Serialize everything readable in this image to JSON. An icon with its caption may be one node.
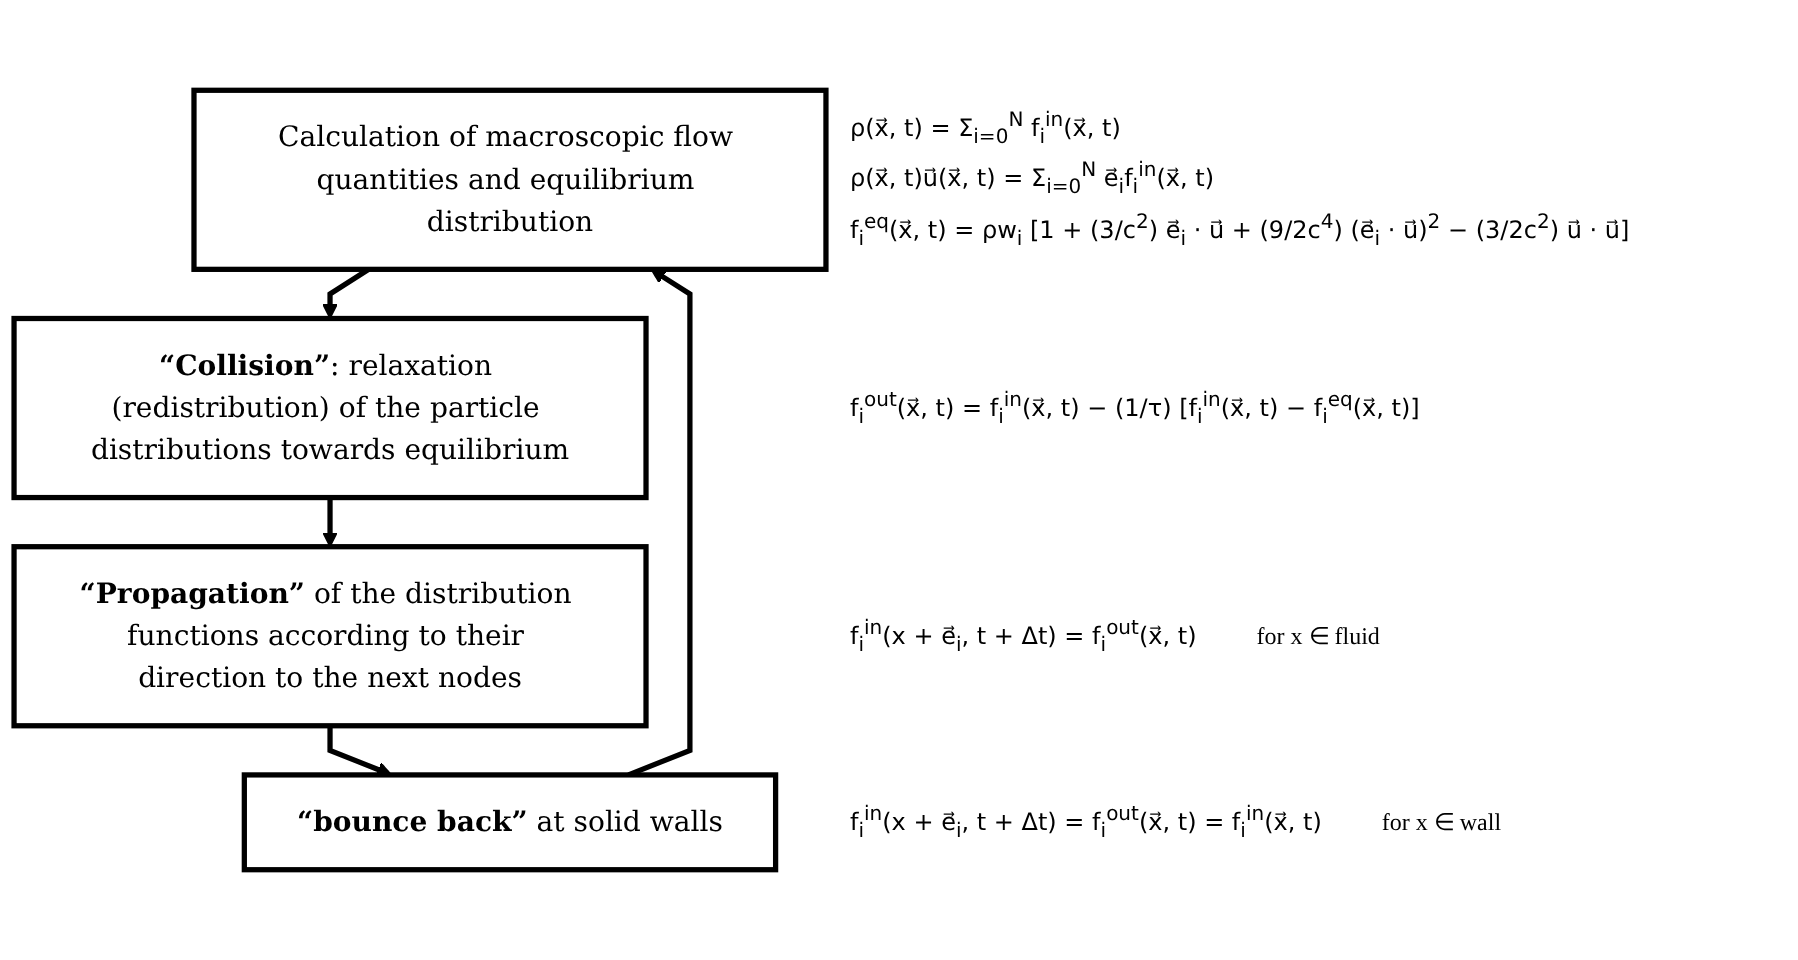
{
  "diagram": {
    "nodes": [
      {
        "text": [
          "Calculation of macroscopic flow quantities and equilibrium distribution"
        ]
      },
      {
        "text": [
          "**“Collision”**: relaxation (redistribution) of the particle distributions towards equilibrium"
        ]
      },
      {
        "text": [
          "**“Propagation”** of the distribution functions according to their direction to the next nodes"
        ]
      },
      {
        "text": [
          "**“bounce back”** at solid walls"
        ]
      }
    ],
    "edges": [
      {
        "from": 0,
        "to": 1,
        "arrow": "to"
      },
      {
        "from": 1,
        "to": 2,
        "arrow": "to"
      },
      {
        "from": 2,
        "to": 3,
        "arrow": "to"
      },
      {
        "from": 3,
        "to": 0,
        "arrow": "to"
      }
    ],
    "labels": [
      "ρ(x⃗, t) = Σ$_{i=0}$$^{N}$ f$_{i}$$^{in}$(x⃗, t)",
      "ρ(x⃗, t)u⃗(x⃗, t) = Σ$_{i=0}$$^{N}$ e⃗$_{i}$f$_{i}$$^{in}$(x⃗, t)",
      "f$_{i}$$^{eq}$(x⃗, t) = ρw$_{i}$ [1 + (3/c$^{2}$) e⃗$_{i}$ · u⃗ + (9/2c$^{4}$) (e⃗$_{i}$ · u⃗)$^{2}$ − (3/2c$^{2}$) u⃗ · u⃗]",
      "f$_{i}$$^{out}$(x⃗, t) = f$_{i}$$^{in}$(x⃗, t) − (1/τ) [f$_{i}$$^{in}$(x⃗, t) − f$_{i}$$^{eq}$(x⃗, t)]",
      "f$_{i}$$^{in}$(x + e⃗$_{i}$, t + Δt) = f$_{i}$$^{out}$(x⃗, t)",
      "for x ∈ fluid",
      "f$_{i}$$^{in}$(x + e⃗$_{i}$, t + Δt) = f$_{i}$$^{out}$(x⃗, t) = f$_{i}$$^{in}$(x⃗, t)",
      "for x ∈ wall"
    ]
  }
}
